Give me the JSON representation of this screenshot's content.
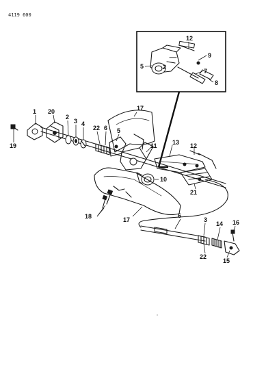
{
  "figure_code": "4119 600",
  "callouts": {
    "c1": "1",
    "c20": "20",
    "c2": "2",
    "c3": "3",
    "c4": "4",
    "c22": "22",
    "c6": "6",
    "c5": "5",
    "c17": "17",
    "c19": "19",
    "c11": "11",
    "c13": "13",
    "c12": "12",
    "c10": "10",
    "c21": "21",
    "c18": "18",
    "c17b": "17",
    "c6b": "6",
    "c3b": "3",
    "c14": "14",
    "c16": "16",
    "c22b": "22",
    "c15": "15",
    "inset_12": "12",
    "inset_9": "9",
    "inset_5": "5",
    "inset_2": "2",
    "inset_7": "7",
    "inset_8": "8"
  }
}
